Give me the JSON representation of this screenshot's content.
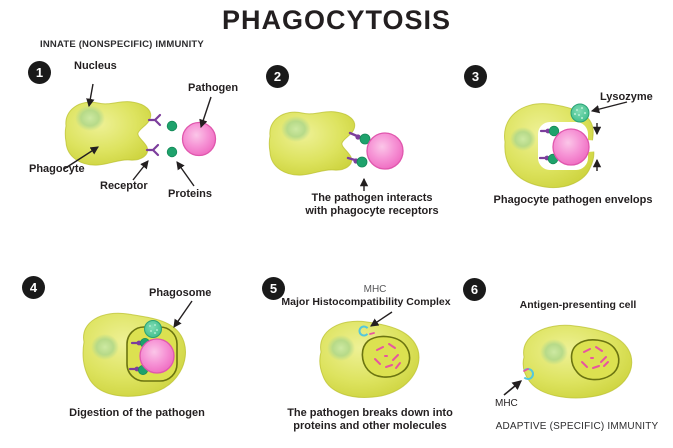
{
  "title": "PHAGOCYTOSIS",
  "innate_label": "INNATE (NONSPECIFIC) IMMUNITY",
  "adaptive_label": "ADAPTIVE (SPECIFIC) IMMUNITY",
  "panels": {
    "p1": {
      "num": "1",
      "nucleus": "Nucleus",
      "pathogen": "Pathogen",
      "phagocyte": "Phagocyte",
      "receptor": "Receptor",
      "proteins": "Proteins"
    },
    "p2": {
      "num": "2",
      "caption_line1": "The pathogen interacts",
      "caption_line2": "with phagocyte receptors"
    },
    "p3": {
      "num": "3",
      "lysozyme": "Lysozyme",
      "caption": "Phagocyte pathogen envelops"
    },
    "p4": {
      "num": "4",
      "phagosome": "Phagosome",
      "caption": "Digestion of the pathogen"
    },
    "p5": {
      "num": "5",
      "mhc": "MHC",
      "mhc_full": "Major Histocompatibility Complex",
      "caption_line1": "The pathogen breaks down into",
      "caption_line2": "proteins and other molecules"
    },
    "p6": {
      "num": "6",
      "cell": "Antigen-presenting cell",
      "mhc": "MHC"
    }
  },
  "colors": {
    "phagocyte_yellow": "#dde35f",
    "phagocyte_edge": "#b9bf2a",
    "nucleus_green": "#b4d989",
    "pathogen_pink": "#f06ec5",
    "receptor_purple": "#7c3e9c",
    "protein_green": "#1ea26c",
    "lysozyme_green": "#4cc493",
    "mhc_cyan": "#54c7dc",
    "fragment_pink": "#e8559f",
    "phagosome_outline": "#6b7410",
    "badge_black": "#1a1a1a",
    "text_black": "#231f20"
  }
}
